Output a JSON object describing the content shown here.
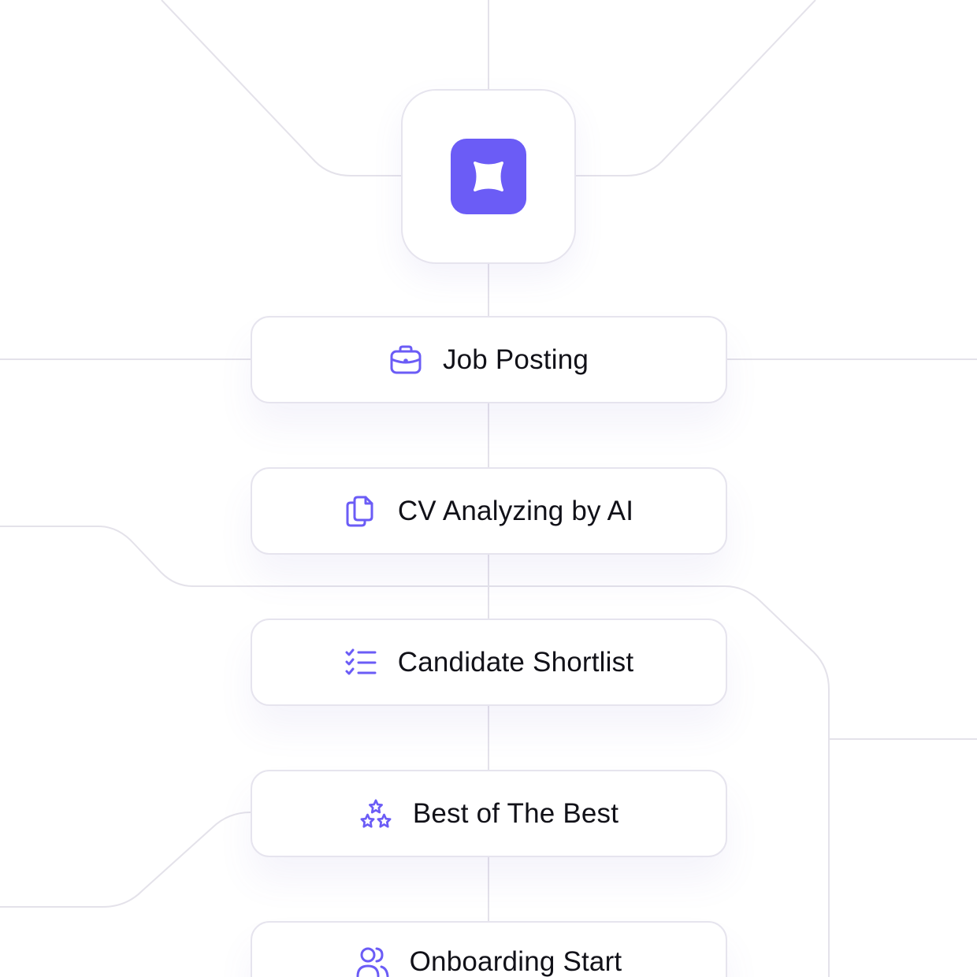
{
  "colors": {
    "accent": "#6b5cf6",
    "line": "#e4e2ea",
    "card_border": "#e6e4ee",
    "text": "#111118"
  },
  "logo": {
    "icon": "sparkle-star-icon"
  },
  "steps": [
    {
      "label": "Job Posting",
      "icon": "briefcase-icon"
    },
    {
      "label": "CV Analyzing by AI",
      "icon": "documents-icon"
    },
    {
      "label": "Candidate Shortlist",
      "icon": "checklist-icon"
    },
    {
      "label": "Best of The Best",
      "icon": "stars-icon"
    },
    {
      "label": "Onboarding Start",
      "icon": "users-icon"
    }
  ]
}
